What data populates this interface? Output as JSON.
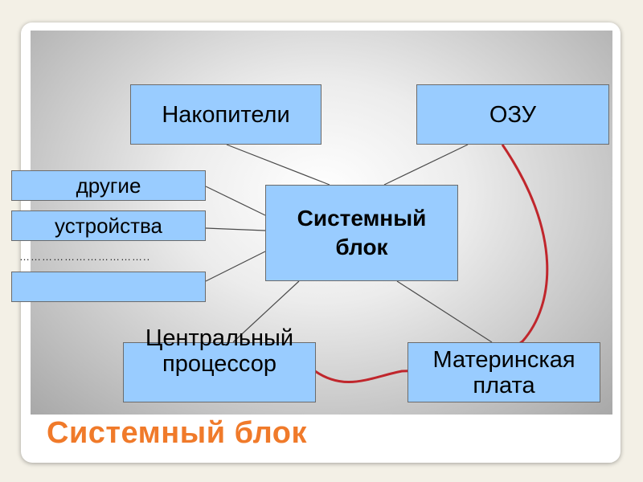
{
  "slide": {
    "title": "Системный блок",
    "accent_color": "#f07a2a",
    "box_color": "#99ccff",
    "red_link_color": "#c0262c"
  },
  "diagram": {
    "center": "Системный блок",
    "storage": "Накопители",
    "ram": "ОЗУ",
    "other_label": "другие",
    "devices_label": "устройства",
    "blank_label": "",
    "dots": "……………………………..",
    "cpu": "Центральный процессор",
    "motherboard": "Материнская плата"
  }
}
